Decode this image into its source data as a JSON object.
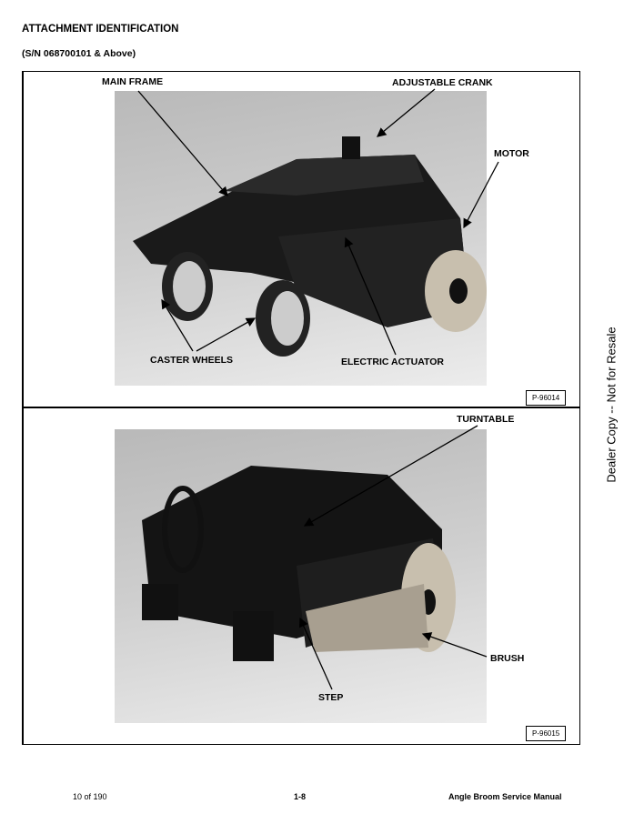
{
  "header": {
    "title": "ATTACHMENT IDENTIFICATION",
    "serial": "(S/N 068700101 & Above)"
  },
  "figure1": {
    "labels": {
      "main_frame": "MAIN FRAME",
      "adjustable_crank": "ADJUSTABLE CRANK",
      "motor": "MOTOR",
      "caster_wheels": "CASTER WHEELS",
      "electric_actuator": "ELECTRIC ACTUATOR"
    },
    "figure_number": "P-96014"
  },
  "figure2": {
    "labels": {
      "turntable": "TURNTABLE",
      "brush": "BRUSH",
      "step": "STEP"
    },
    "figure_number": "P-96015"
  },
  "side_note": "Dealer Copy -- Not for Resale",
  "footer": {
    "page_count": "10 of 190",
    "page_number": "1-8",
    "manual_title": "Angle Broom Service Manual"
  }
}
